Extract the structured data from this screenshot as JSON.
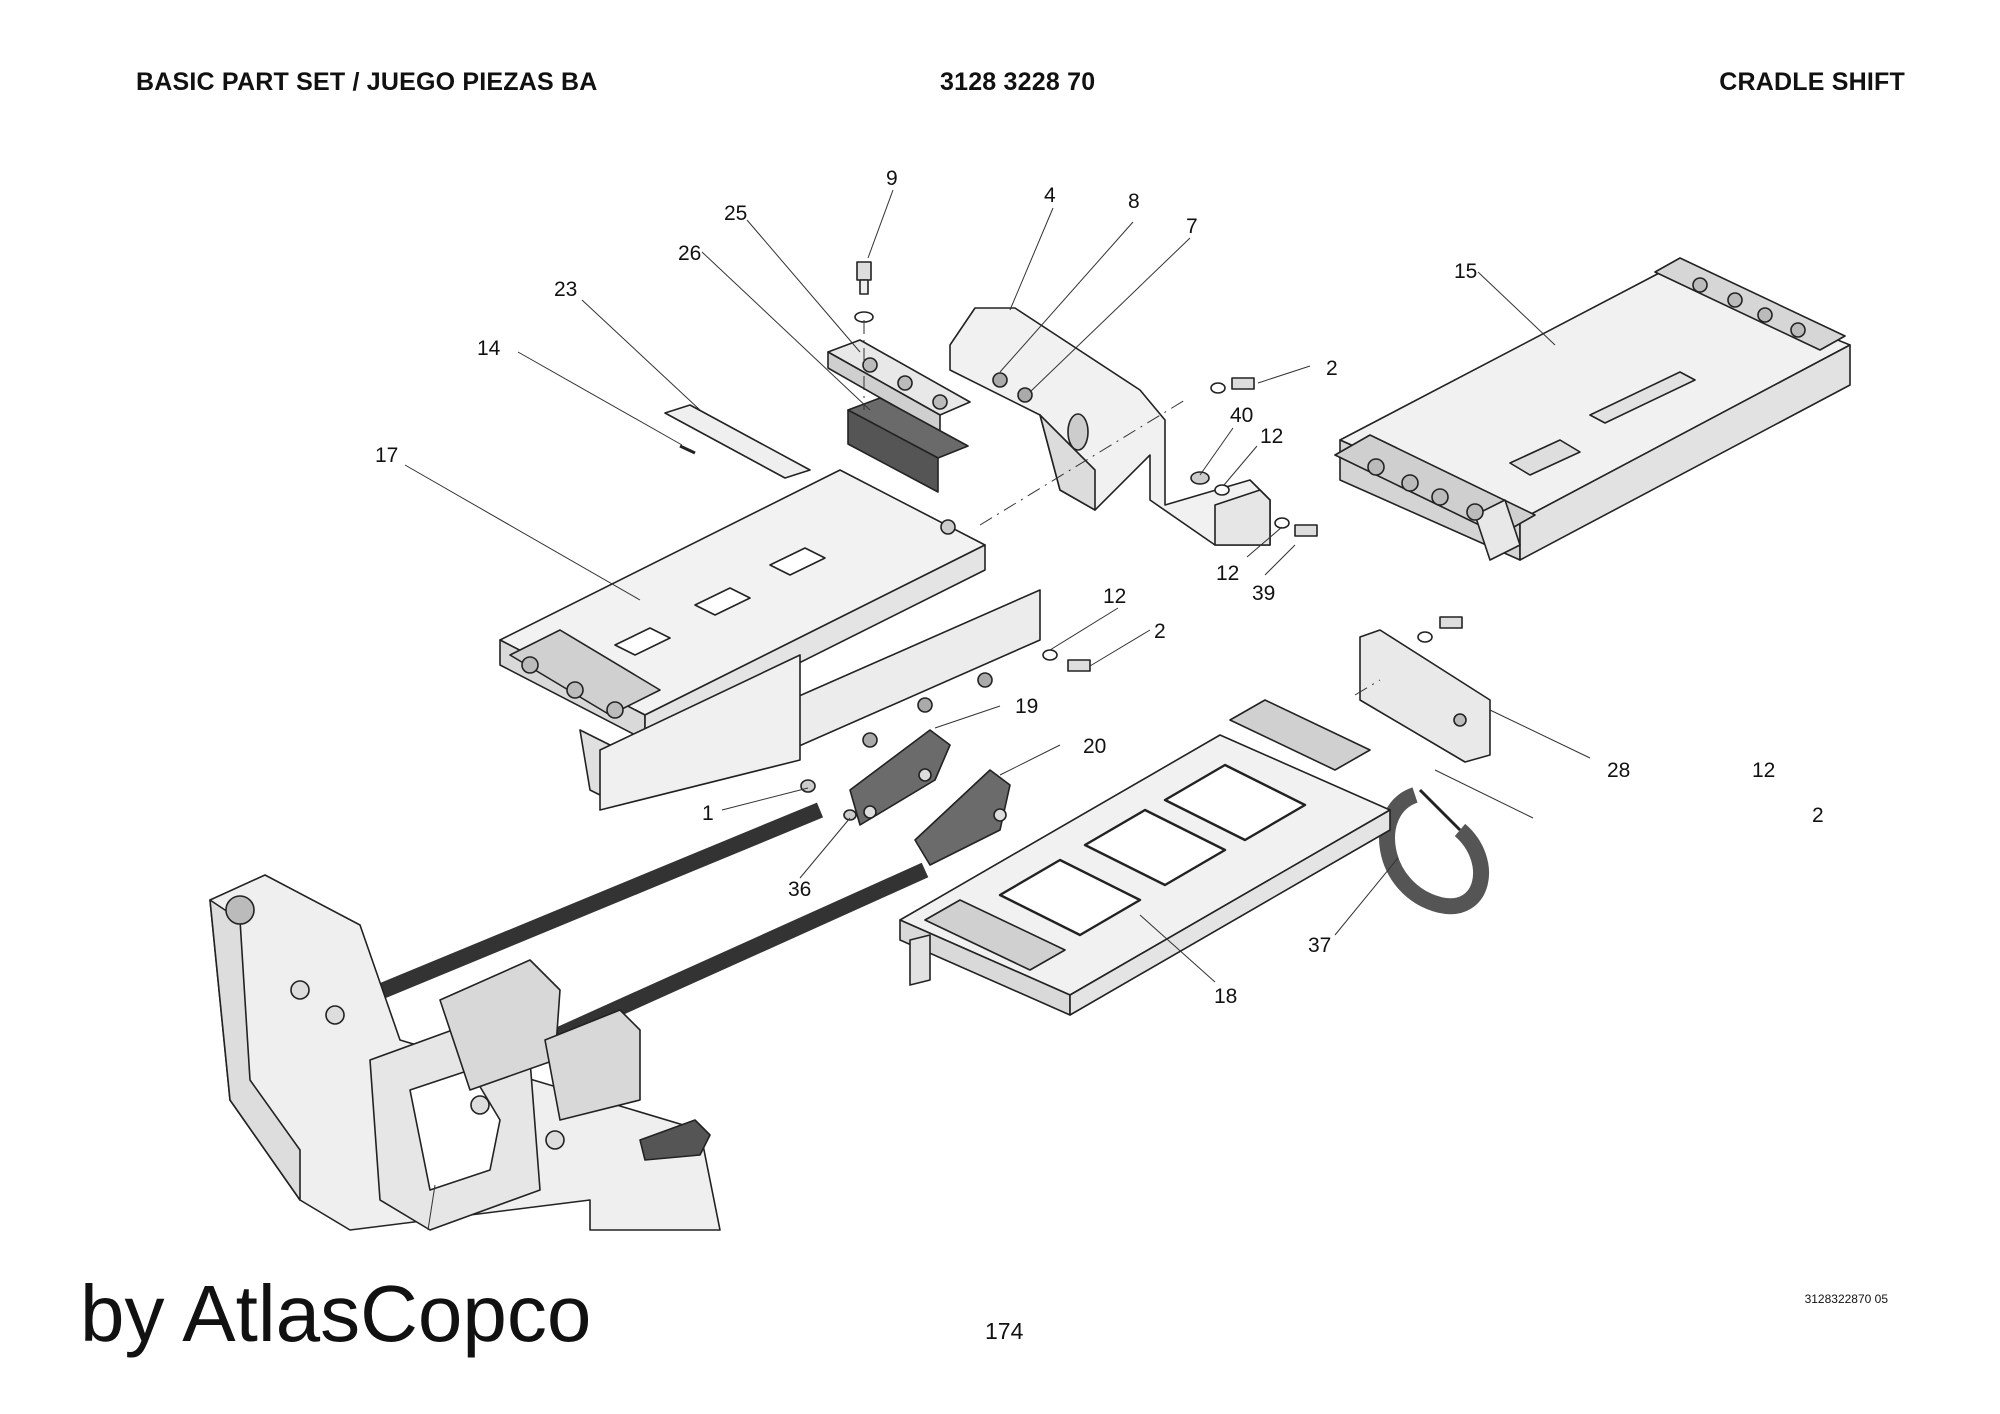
{
  "header": {
    "left": "BASIC PART SET / JUEGO PIEZAS BA",
    "center": "3128 3228 70",
    "right": "CRADLE SHIFT"
  },
  "diagram": {
    "callouts": [
      {
        "id": "c9",
        "text": "9"
      },
      {
        "id": "c4",
        "text": "4"
      },
      {
        "id": "c8",
        "text": "8"
      },
      {
        "id": "c7",
        "text": "7"
      },
      {
        "id": "c25",
        "text": "25"
      },
      {
        "id": "c26",
        "text": "26"
      },
      {
        "id": "c23",
        "text": "23"
      },
      {
        "id": "c14",
        "text": "14"
      },
      {
        "id": "c17",
        "text": "17"
      },
      {
        "id": "c15",
        "text": "15"
      },
      {
        "id": "c2a",
        "text": "2"
      },
      {
        "id": "c40",
        "text": "40"
      },
      {
        "id": "c12a",
        "text": "12"
      },
      {
        "id": "c12b",
        "text": "12"
      },
      {
        "id": "c39",
        "text": "39"
      },
      {
        "id": "c12c",
        "text": "12"
      },
      {
        "id": "c2b",
        "text": "2"
      },
      {
        "id": "c19",
        "text": "19"
      },
      {
        "id": "c20",
        "text": "20"
      },
      {
        "id": "c1",
        "text": "1"
      },
      {
        "id": "c36",
        "text": "36"
      },
      {
        "id": "c28",
        "text": "28"
      },
      {
        "id": "c12d",
        "text": "12"
      },
      {
        "id": "c2c",
        "text": "2"
      },
      {
        "id": "c37",
        "text": "37"
      },
      {
        "id": "c18",
        "text": "18"
      }
    ]
  },
  "footer": {
    "brand": "by AtlasCopco",
    "page_number": "174",
    "doc_code": "3128322870 05"
  }
}
